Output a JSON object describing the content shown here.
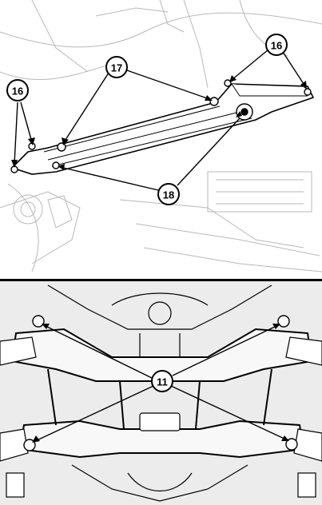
{
  "figure_top": {
    "callouts": [
      {
        "id": "16-left",
        "label": "16"
      },
      {
        "id": "16-right",
        "label": "16"
      },
      {
        "id": "17",
        "label": "17"
      },
      {
        "id": "18",
        "label": "18"
      }
    ]
  },
  "figure_bottom": {
    "callouts": [
      {
        "id": "11",
        "label": "11"
      }
    ]
  }
}
